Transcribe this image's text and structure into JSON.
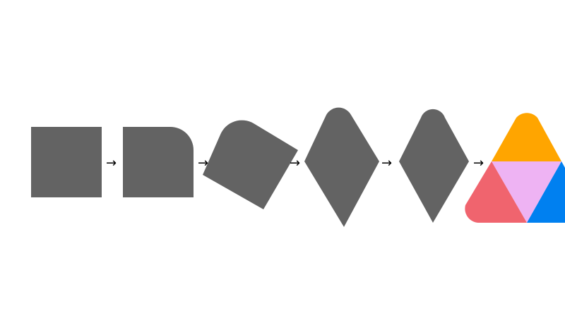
{
  "diagram": {
    "connector_glyph": "→",
    "colors": {
      "shape_fill": "#636363",
      "background": "#ffffff",
      "arrow": "#000000",
      "triangle_top": "#FFA500",
      "triangle_center": "#EEB3F3",
      "triangle_left": "#F0646E",
      "triangle_right": "#0080F0"
    },
    "steps": [
      {
        "id": "step-1",
        "shape": "square"
      },
      {
        "id": "step-2",
        "shape": "square-rounded-top-right"
      },
      {
        "id": "step-3",
        "shape": "rotated-rounded-square"
      },
      {
        "id": "step-4",
        "shape": "diamond-rounded-top"
      },
      {
        "id": "step-5",
        "shape": "diamond-rounded-top-narrow"
      },
      {
        "id": "step-6",
        "shape": "triangle-split-four"
      }
    ],
    "arrows": [
      "→",
      "→",
      "→",
      "→",
      "→"
    ]
  }
}
